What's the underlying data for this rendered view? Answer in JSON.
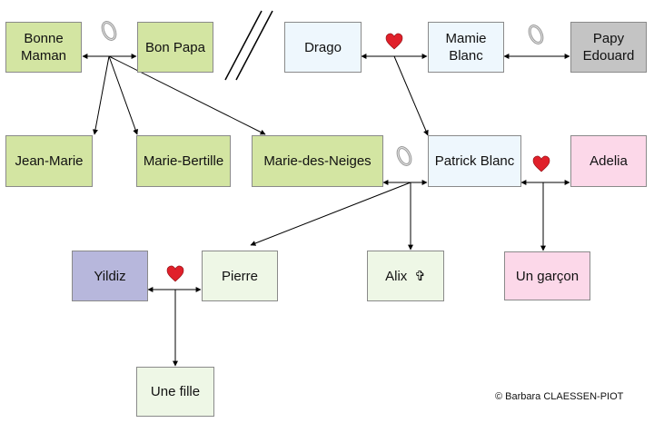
{
  "people": {
    "bonne_maman": "Bonne\nMaman",
    "bon_papa": "Bon Papa",
    "drago": "Drago",
    "mamie_blanc": "Mamie\nBlanc",
    "papy_edouard": "Papy\nEdouard",
    "jean_marie": "Jean-Marie",
    "marie_bertille": "Marie-Bertille",
    "marie_des_neiges": "Marie-des-Neiges",
    "patrick_blanc": "Patrick Blanc",
    "adelia": "Adelia",
    "yildiz": "Yildiz",
    "pierre": "Pierre",
    "alix": "Alix",
    "un_garcon": "Un garçon",
    "une_fille": "Une fille"
  },
  "symbols": {
    "deceased": "✞",
    "heart_color": "#e0202a",
    "ring_color": "#9a9a9a"
  },
  "colors": {
    "green": "#d3e5a2",
    "pale_green": "#eef7e6",
    "pale_blue": "#eef7fd",
    "gray": "#c4c4c4",
    "pink": "#fcd8e9",
    "violet": "#b7b7dc"
  },
  "copyright": "© Barbara CLAESSEN-PIOT"
}
